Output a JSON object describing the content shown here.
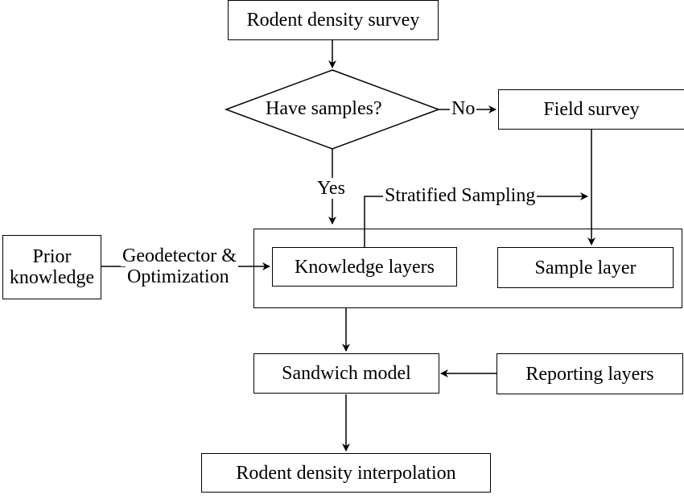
{
  "nodes": {
    "rodent_density_survey": "Rodent density survey",
    "have_samples": "Have samples?",
    "field_survey": "Field survey",
    "prior_knowledge_line1": "Prior",
    "prior_knowledge_line2": "knowledge",
    "knowledge_layers": "Knowledge layers",
    "sample_layer": "Sample layer",
    "sandwich_model": "Sandwich model",
    "reporting_layers": "Reporting layers",
    "rodent_density_interpolation": "Rodent density interpolation"
  },
  "edges": {
    "no": "No",
    "yes": "Yes",
    "stratified_sampling": "Stratified Sampling",
    "geodetector_line1": "Geodetector &",
    "geodetector_line2": "Optimization"
  }
}
